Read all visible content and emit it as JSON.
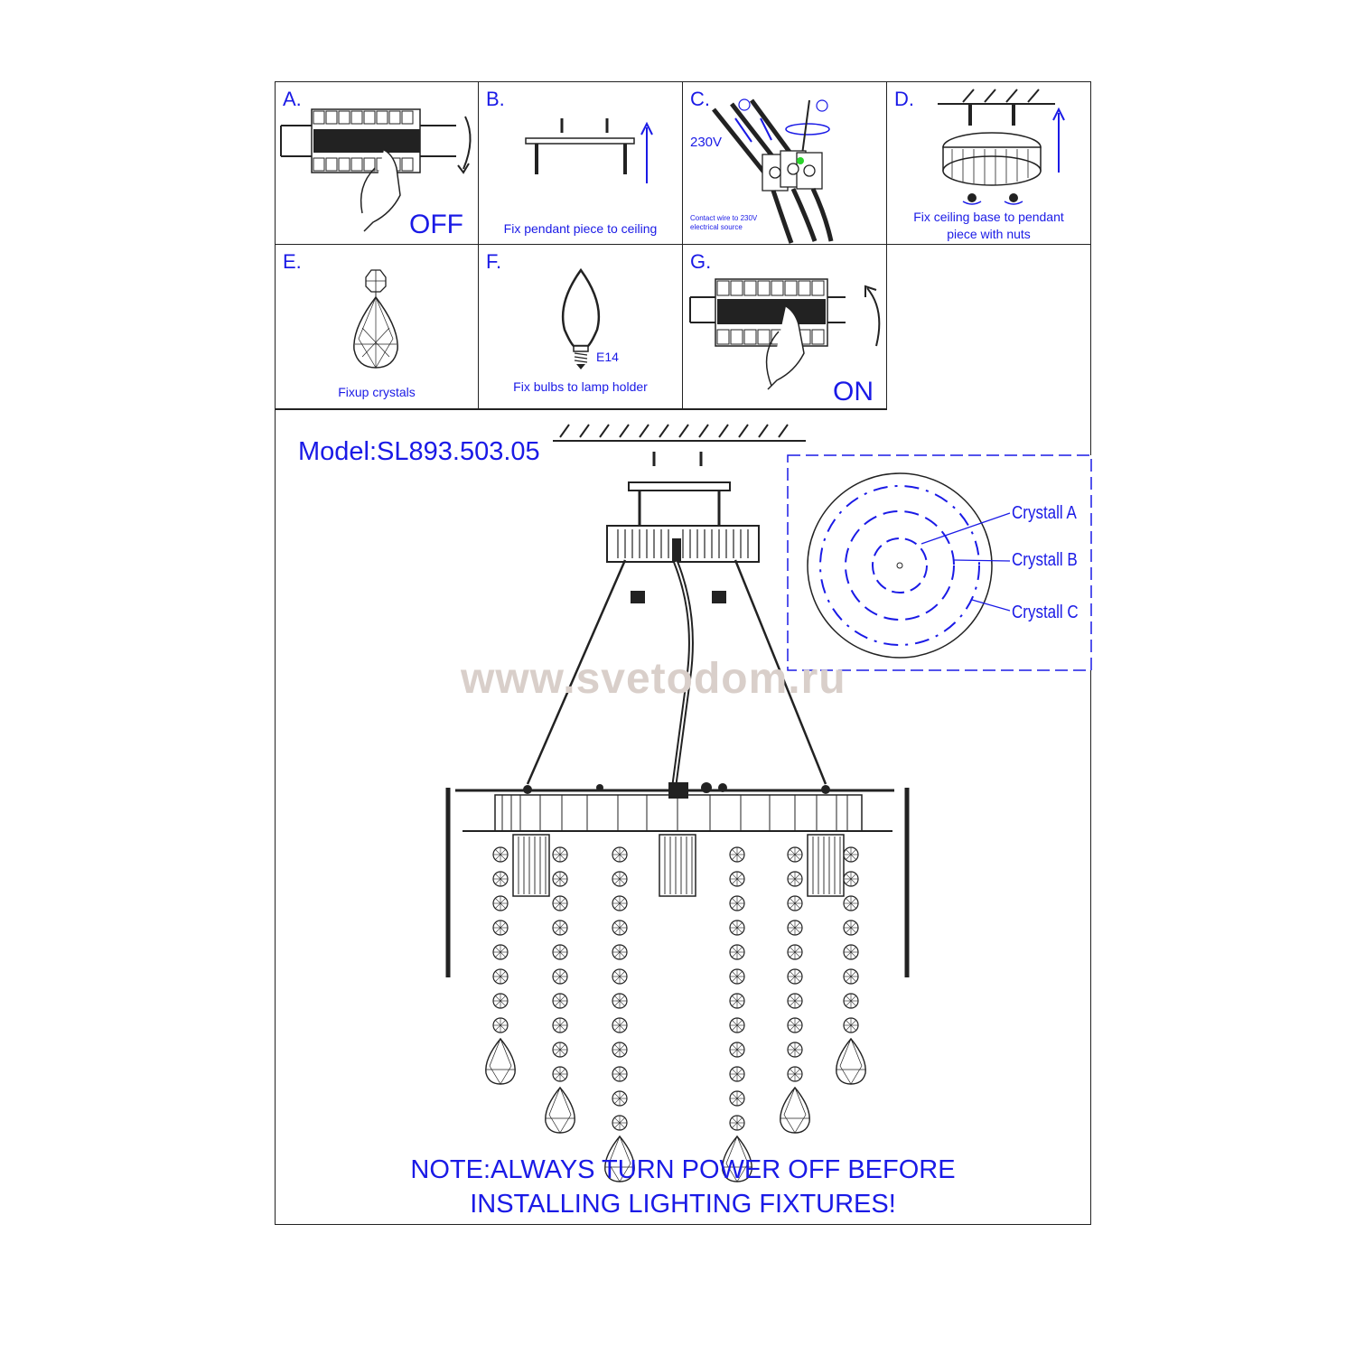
{
  "steps": [
    {
      "letter": "A.",
      "caption": "",
      "big_label": "OFF",
      "icon": "circuit-breaker-off"
    },
    {
      "letter": "B.",
      "caption": "Fix pendant piece to ceiling",
      "icon": "ceiling-bracket"
    },
    {
      "letter": "C.",
      "caption": "Contact wire to 230V electrical source",
      "voltage": "230V",
      "icon": "wire-connector"
    },
    {
      "letter": "D.",
      "caption": "Fix ceiling base to pendant piece with nuts",
      "icon": "ceiling-base"
    },
    {
      "letter": "E.",
      "caption": "Fixup crystals",
      "icon": "crystal-drop"
    },
    {
      "letter": "F.",
      "caption": "Fix bulbs to lamp holder",
      "bulb_label": "E14",
      "icon": "candle-bulb"
    },
    {
      "letter": "G.",
      "caption": "",
      "big_label": "ON",
      "icon": "circuit-breaker-on"
    }
  ],
  "model": "Model:SL893.503.05",
  "watermark": "www.svetodom.ru",
  "crystal_labels": [
    "Crystall A",
    "Crystall B",
    "Crystall C"
  ],
  "note_line1": "NOTE:ALWAYS TURN POWER OFF BEFORE",
  "note_line2": "INSTALLING LIGHTING FIXTURES!",
  "colors": {
    "accent": "#1a1ae6",
    "line": "#222222",
    "watermark": "#d9cfca"
  }
}
